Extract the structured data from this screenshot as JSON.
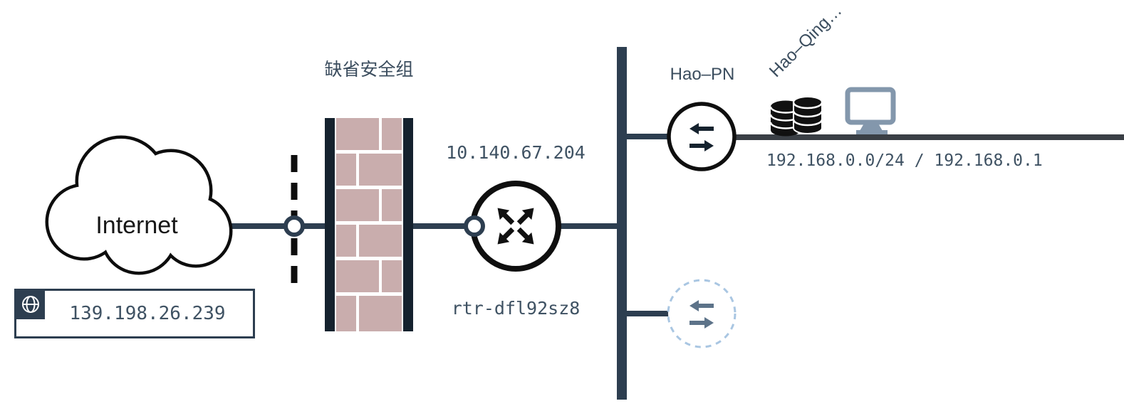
{
  "colors": {
    "slate": "#2d3e50",
    "ink": "#111111",
    "brick": "#c9adad",
    "firewall_bar": "#15222e",
    "net_line": "#3a3f45",
    "dashed_circle": "#a9c6e2",
    "muted_arrow": "#5d7389",
    "label_text": "#3b4d5e",
    "mono_text": "#3f5263",
    "monitor_gray": "#8397ac"
  },
  "nodes": {
    "internet": {
      "label": "Internet",
      "icon": "cloud-icon"
    },
    "eip": {
      "ip": "139.198.26.239",
      "icon": "globe-icon"
    },
    "security_group": {
      "label": "缺省安全组",
      "icon": "firewall-brick-icon"
    },
    "router": {
      "ip": "10.140.67.204",
      "name": "rtr-dfl92sz8",
      "icon": "router-arrows-icon"
    },
    "switch_primary": {
      "label": "Hao–PN",
      "icon": "swap-arrows-icon"
    },
    "switch_secondary": {
      "icon": "swap-arrows-icon"
    },
    "vxnet": {
      "name": "Hao–Qing…",
      "cidr": "192.168.0.0/24 / 192.168.0.1",
      "icons": [
        "database-icon",
        "monitor-icon"
      ]
    }
  }
}
